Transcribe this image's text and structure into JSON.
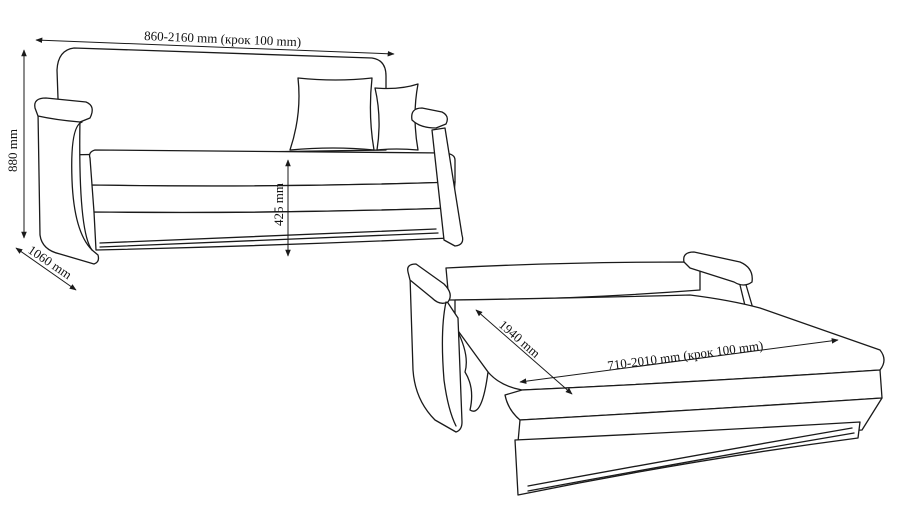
{
  "dimensions": {
    "sofa_width": "860-2160 mm (крок 100 mm)",
    "sofa_height": "880 mm",
    "sofa_depth": "1060 mm",
    "seat_height": "425 mm",
    "bed_length": "1940 mm",
    "bed_width": "710-2010 mm (крок 100 mm)"
  },
  "colors": {
    "line": "#1a1a1a",
    "background": "#ffffff"
  }
}
